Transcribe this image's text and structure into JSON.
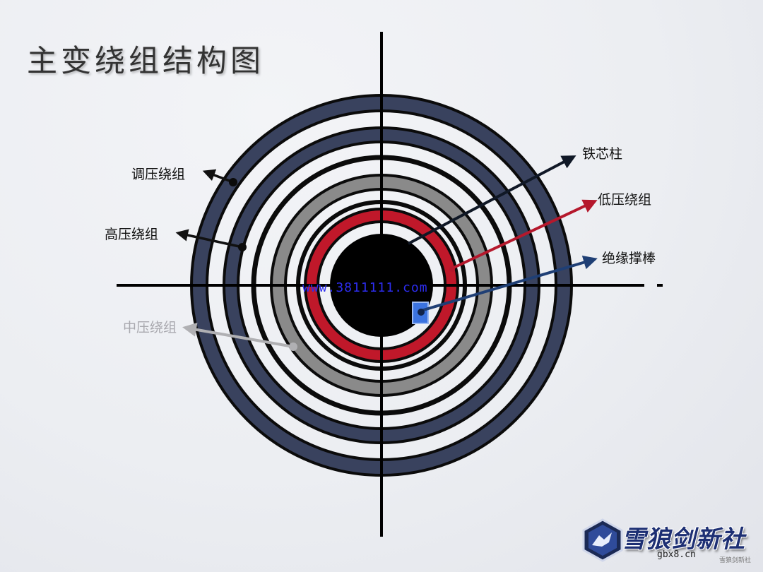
{
  "title": "主变绕组结构图",
  "labels": {
    "regulating_winding": "调压绕组",
    "high_voltage_winding": "高压绕组",
    "medium_voltage_winding": "中压绕组",
    "iron_core": "铁芯柱",
    "low_voltage_winding": "低压绕组",
    "insulation_support_rod": "绝缘撑棒"
  },
  "watermark": "www.3811111.com",
  "logo": {
    "text": "雪狼剑新社",
    "url": "gbx8.cn",
    "small": "雪狼剑新社"
  },
  "colors": {
    "outer_ring": "#39425e",
    "ring_outline": "#0b0b0b",
    "medium_ring": "#8a8a8a",
    "low_ring": "#c0182a",
    "core": "#000000",
    "arrow_core": "#101826",
    "arrow_low": "#b5182c",
    "arrow_insulation": "#1f3f75",
    "arrow_medium": "#b0b0b3",
    "insulation_block": "#3b73e0"
  }
}
